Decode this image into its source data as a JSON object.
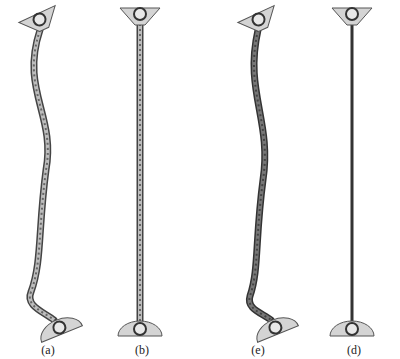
{
  "diagram": {
    "labels": [
      "(a)",
      "(b)",
      "(e)",
      "(d)"
    ]
  }
}
